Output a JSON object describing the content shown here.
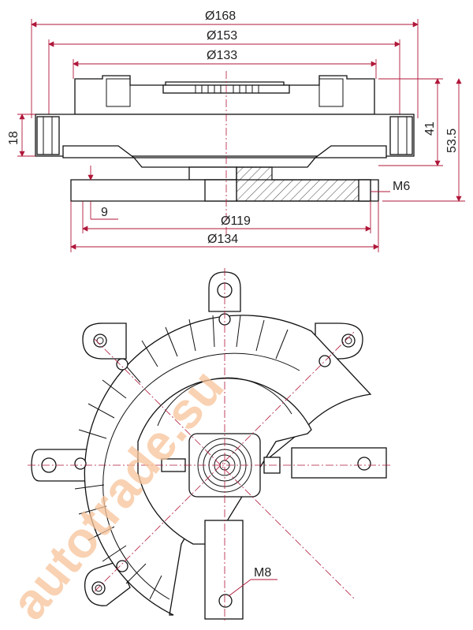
{
  "colors": {
    "outline": "#111111",
    "dimension_line": "#b0173a",
    "watermark": "#f7c49a",
    "background": "#ffffff"
  },
  "watermark": "autotrade.su",
  "side_view": {
    "dimensions": {
      "outer_diameter": "Ø168",
      "mid_diameter": "Ø153",
      "inner_diameter": "Ø133",
      "flange_height": "18",
      "body_height": "41",
      "total_height": "53.5",
      "thread_size": "M6",
      "base_offset": "9",
      "bolt_circle": "Ø119",
      "base_diameter": "Ø134"
    }
  },
  "top_view": {
    "thread_label": "M8"
  }
}
